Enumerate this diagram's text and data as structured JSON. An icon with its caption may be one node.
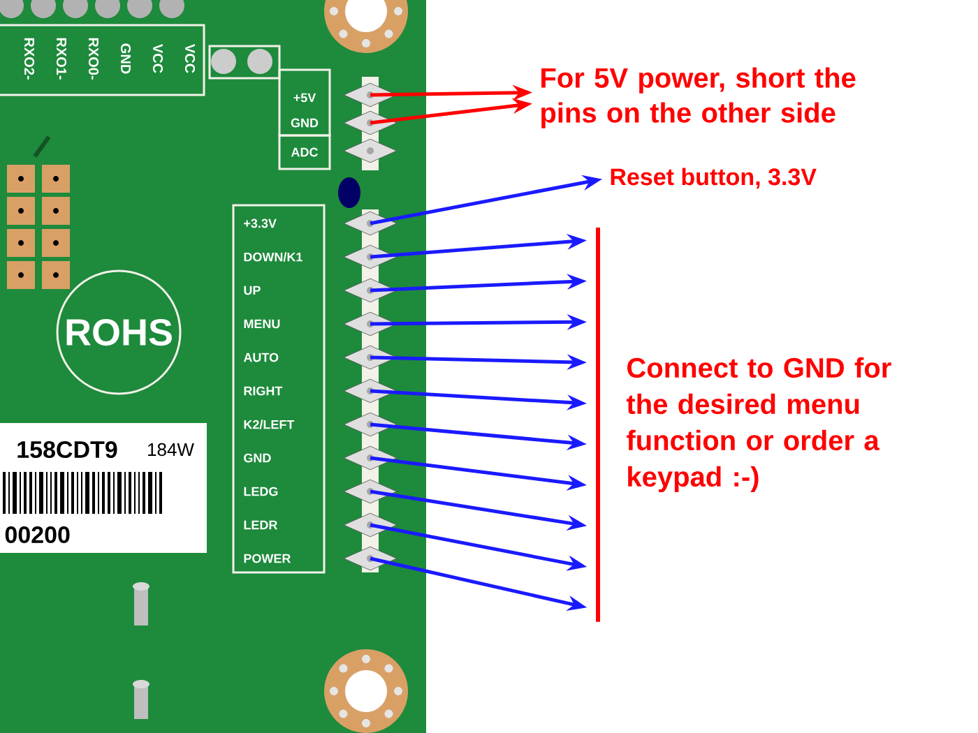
{
  "diagram": {
    "nodes": [
      {
        "text": [
          "For 5V power, short the pins on the other side"
        ]
      },
      {
        "text": [
          "Reset button, 3.3V"
        ]
      },
      {
        "text": [
          "Connect to GND for the desired menu function or order a keypad :-)"
        ]
      },
      {
        "text": [],
        "shape": "diamond"
      },
      {
        "text": [],
        "shape": "diamond"
      },
      {
        "text": [],
        "shape": "diamond"
      },
      {
        "text": [],
        "shape": "diamond"
      },
      {
        "text": [],
        "shape": "diamond"
      },
      {
        "text": [],
        "shape": "diamond"
      },
      {
        "text": [],
        "shape": "diamond"
      },
      {
        "text": [],
        "shape": "diamond"
      },
      {
        "text": [],
        "shape": "diamond"
      },
      {
        "text": [],
        "shape": "diamond"
      },
      {
        "text": [],
        "shape": "diamond"
      },
      {
        "text": [],
        "shape": "diamond"
      },
      {
        "text": [],
        "shape": "diamond"
      },
      {
        "text": [],
        "shape": "diamond"
      }
    ],
    "edges": [
      {
        "from": 3,
        "to": 0,
        "arrow": "to",
        "color": "#ff0000"
      },
      {
        "from": 4,
        "to": 0,
        "arrow": "to",
        "color": "#ff0000"
      },
      {
        "from": 6,
        "to": 1,
        "arrow": "to"
      },
      {
        "from": 7,
        "to": 2,
        "arrow": "to"
      },
      {
        "from": 8,
        "to": 2,
        "arrow": "to"
      },
      {
        "from": 9,
        "to": 2,
        "arrow": "to"
      },
      {
        "from": 10,
        "to": 2,
        "arrow": "to"
      },
      {
        "from": 11,
        "to": 2,
        "arrow": "to"
      },
      {
        "from": 12,
        "to": 2,
        "arrow": "to"
      },
      {
        "from": 13,
        "to": 2,
        "arrow": "to"
      },
      {
        "from": 14,
        "to": 2,
        "arrow": "to"
      },
      {
        "from": 15,
        "to": 2,
        "arrow": "to"
      },
      {
        "from": 16,
        "to": 2,
        "arrow": "to"
      }
    ],
    "labels": [
      "RXO2-",
      "RXO1-",
      "RXO0-",
      "GND",
      "VCC",
      "VCC",
      "+5V",
      "GND",
      "ADC",
      "+3.3V",
      "DOWN/K1",
      "UP",
      "MENU",
      "AUTO",
      "RIGHT",
      "K2/LEFT",
      "GND",
      "LEDG",
      "LEDR",
      "POWER",
      "ROHS",
      "158CDT9",
      "184W",
      "00200"
    ]
  }
}
